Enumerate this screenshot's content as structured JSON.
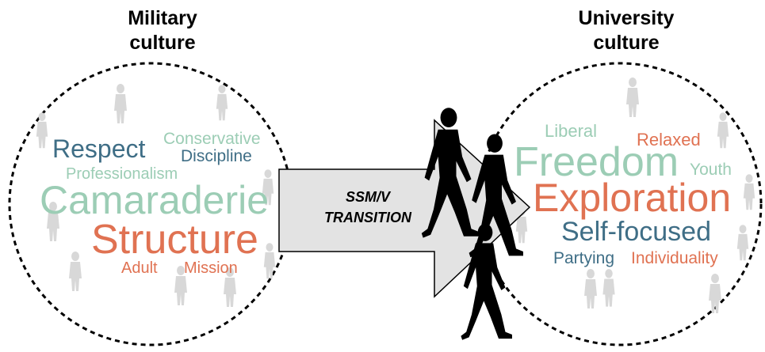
{
  "colors": {
    "orange": "#e07252",
    "teal": "#3f6e86",
    "mint": "#9ccdb5",
    "silhouette_light": "#d8d8d8",
    "arrow_fill": "#e3e3e3"
  },
  "left": {
    "title_line1": "Military",
    "title_line2": "culture",
    "words": {
      "respect": "Respect",
      "conservative": "Conservative",
      "discipline": "Discipline",
      "professionalism": "Professionalism",
      "camaraderie": "Camaraderie",
      "structure": "Structure",
      "adult": "Adult",
      "mission": "Mission"
    }
  },
  "right": {
    "title_line1": "University",
    "title_line2": "culture",
    "words": {
      "liberal": "Liberal",
      "relaxed": "Relaxed",
      "freedom": "Freedom",
      "youth": "Youth",
      "exploration": "Exploration",
      "self_focused": "Self-focused",
      "partying": "Partying",
      "individuality": "Individuality"
    }
  },
  "arrow": {
    "line1": "SSM/V",
    "line2": "TRANSITION"
  },
  "icons": {
    "background_people": "standing-person-silhouette-icon",
    "walking_people": "walking-person-silhouette-icon"
  }
}
